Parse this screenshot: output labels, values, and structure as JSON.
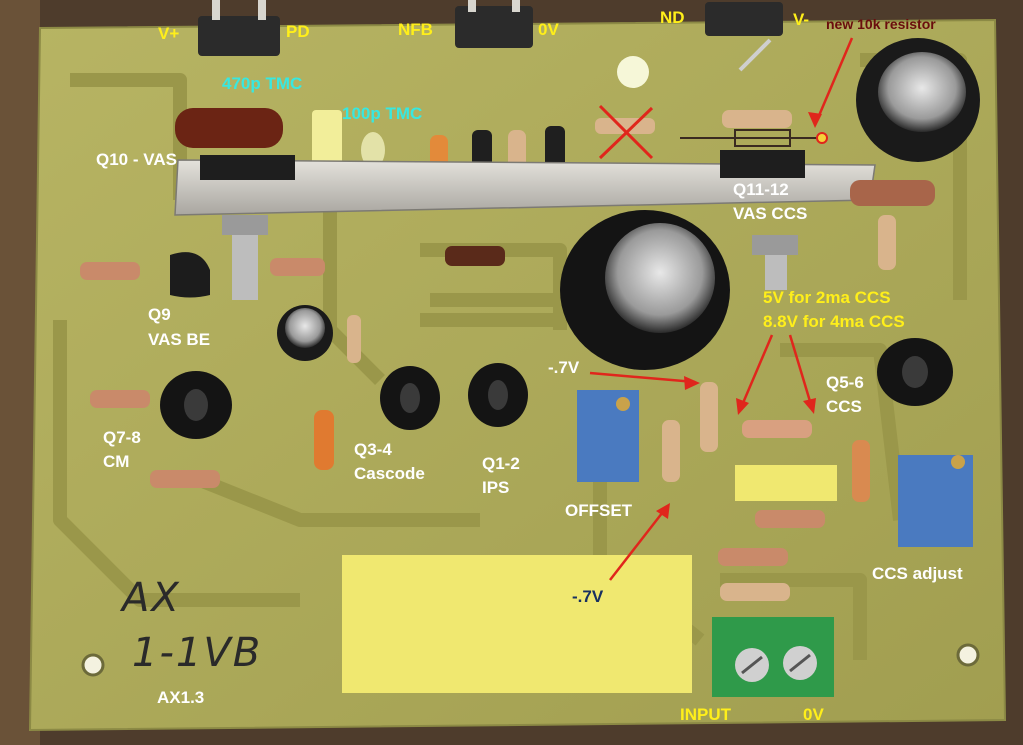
{
  "labels": {
    "v_plus": "V+",
    "pd": "PD",
    "nfb": "NFB",
    "zero_v_top": "0V",
    "nd": "ND",
    "v_minus": "V-",
    "new_resistor": "new 10k resistor",
    "tmc_470": "470p TMC",
    "tmc_100": "100p TMC",
    "q10": "Q10 - VAS",
    "q11_12_a": "Q11-12",
    "q11_12_b": "VAS CCS",
    "ccs_5v": "5V for 2ma CCS",
    "ccs_88v": "8.8V for 4ma CCS",
    "q9_a": "Q9",
    "q9_b": "VAS BE",
    "minus_07v_top": "-.7V",
    "q5_6_a": "Q5-6",
    "q5_6_b": "CCS",
    "q7_8_a": "Q7-8",
    "q7_8_b": "CM",
    "q3_4_a": "Q3-4",
    "q3_4_b": "Cascode",
    "q1_2_a": "Q1-2",
    "q1_2_b": "IPS",
    "offset": "OFFSET",
    "minus_07v_bottom": "-.7V",
    "ccs_adjust": "CCS adjust",
    "ax13": "AX1.3",
    "input": "INPUT",
    "zero_v_bottom": "0V"
  },
  "handwriting": {
    "line1": "AX",
    "line2": "1-1VB"
  },
  "colors": {
    "board": "#aeab5a",
    "annotation_yellow": "#ffef1a",
    "annotation_white": "#ffffff",
    "annotation_cyan": "#38e8e0",
    "arrow_red": "#e0261c",
    "heatsink": "#c9c6c0",
    "terminal_green": "#2f9a4a",
    "film_cap_yellow": "#f0e870",
    "trimmer_blue": "#4a7ac0"
  }
}
